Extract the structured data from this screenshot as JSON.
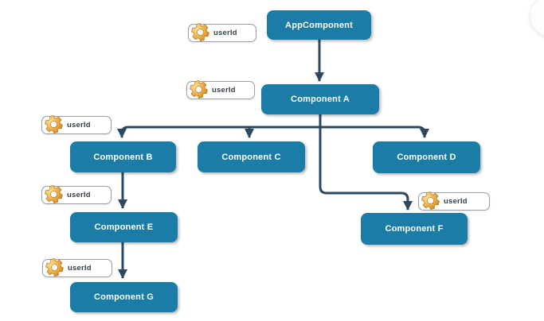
{
  "diagram": {
    "nodes": [
      {
        "id": "app",
        "label": "AppComponent"
      },
      {
        "id": "a",
        "label": "Component A"
      },
      {
        "id": "b",
        "label": "Component B"
      },
      {
        "id": "c",
        "label": "Component C"
      },
      {
        "id": "d",
        "label": "Component D"
      },
      {
        "id": "e",
        "label": "Component E"
      },
      {
        "id": "f",
        "label": "Component F"
      },
      {
        "id": "g",
        "label": "Component G"
      }
    ],
    "edges": [
      {
        "from": "AppComponent",
        "to": "Component A"
      },
      {
        "from": "Component A",
        "to": "Component B"
      },
      {
        "from": "Component A",
        "to": "Component C"
      },
      {
        "from": "Component A",
        "to": "Component D"
      },
      {
        "from": "Component A",
        "to": "Component F"
      },
      {
        "from": "Component B",
        "to": "Component E"
      },
      {
        "from": "Component E",
        "to": "Component G"
      }
    ],
    "pills": [
      {
        "label": "userId",
        "near": "AppComponent"
      },
      {
        "label": "userId",
        "near": "Component A"
      },
      {
        "label": "userId",
        "near": "Component B"
      },
      {
        "label": "userId",
        "near": "Component E"
      },
      {
        "label": "userId",
        "near": "Component G"
      },
      {
        "label": "userId",
        "near": "Component F"
      }
    ],
    "colors": {
      "node_fill": "#1b7da6",
      "node_text": "#ffffff",
      "edge": "#2b4a62",
      "pill_border": "#97a0a8",
      "pill_text": "#36414b",
      "gear_gold": "#e2a63c"
    }
  }
}
